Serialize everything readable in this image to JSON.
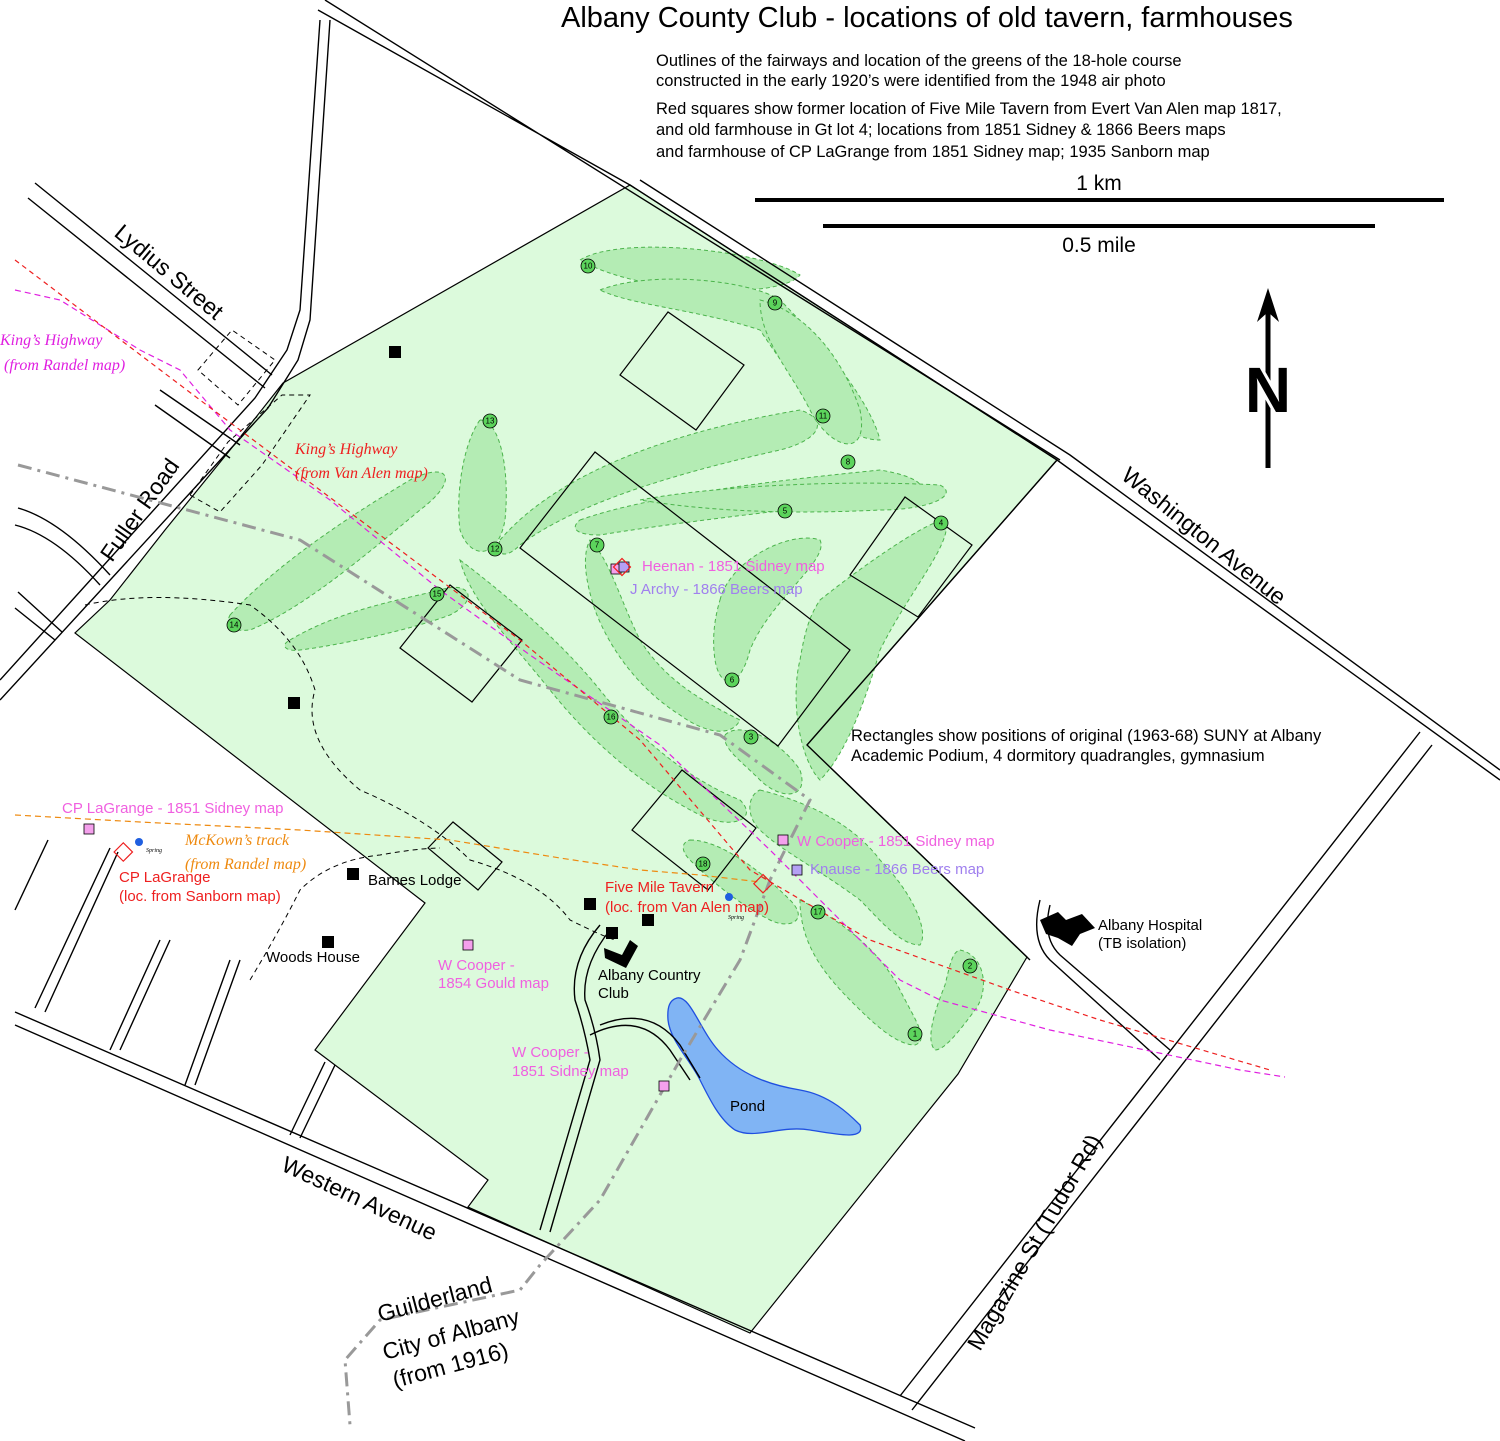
{
  "title": "Albany County Club - locations of old tavern, farmhouses",
  "notes": [
    "Outlines of the fairways and location of the greens of the 18-hole course",
    "constructed in the early 1920’s were identified from the 1948 air photo",
    "Red squares show former  location of Five Mile Tavern from Evert Van Alen map 1817,",
    "and old farmhouse in Gt lot 4; locations from 1851 Sidney & 1866 Beers maps",
    "and farmhouse of CP LaGrange from 1851 Sidney map; 1935 Sanborn map"
  ],
  "scale": {
    "km": "1 km",
    "mile": "0.5 mile"
  },
  "north": "N",
  "roads": {
    "lydius": "Lydius Street",
    "fuller": "Fuller Road",
    "washington": "Washington Avenue",
    "western": "Western Avenue",
    "magazine": "Magazine St (Tudor Rd)"
  },
  "boundary": {
    "guilderland": "Guilderland",
    "city1": "City of Albany",
    "city2": "(from 1916)"
  },
  "historic_routes": {
    "kings_randel_1": "King’s Highway",
    "kings_randel_2": "(from Randel map)",
    "kings_vanalen_1": "King’s Highway",
    "kings_vanalen_2": "(from Van Alen map)",
    "mckown_1": "McKown’s track",
    "mckown_2": "(from Randel map)"
  },
  "suny_note": [
    "Rectangles show positions of original (1963-68) SUNY at Albany",
    "Academic Podium, 4 dormitory quadrangles, gymnasium"
  ],
  "places": {
    "heenan": "Heenan - 1851 Sidney map",
    "jarchy": "J Archy - 1866 Beers map",
    "cplagrange_sidney": "CP LaGrange - 1851 Sidney map",
    "cplagrange_sanborn_1": "CP LaGrange",
    "cplagrange_sanborn_2": "(loc. from Sanborn map)",
    "barnes": "Barnes Lodge",
    "woods": "Woods House",
    "tavern_1": "Five Mile Tavern",
    "tavern_2": "(loc. from Van Alen map)",
    "wcooper_sidney": "W Cooper - 1851 Sidney map",
    "knause": "Knause - 1866 Beers map",
    "wcooper_gould_1": "W Cooper -",
    "wcooper_gould_2": "1854 Gould map",
    "club_1": "Albany Country",
    "club_2": "Club",
    "wcooper_s2_1": "W Cooper -",
    "wcooper_s2_2": "1851 Sidney map",
    "pond": "Pond",
    "hospital_1": "Albany Hospital",
    "hospital_2": "(TB isolation)",
    "spring": "Spring"
  },
  "greens": [
    "1",
    "2",
    "3",
    "4",
    "5",
    "6",
    "7",
    "8",
    "9",
    "10",
    "11",
    "12",
    "13",
    "14",
    "15",
    "16",
    "17",
    "18"
  ],
  "colors": {
    "course": "#dcfadc",
    "fairway": "#b4ecb4",
    "magenta": "#e020e0",
    "red": "#ee2020",
    "orange": "#ee8a10",
    "pink_label": "#f060e0",
    "purple_label": "#a080ee",
    "pond": "#80b4f4"
  }
}
